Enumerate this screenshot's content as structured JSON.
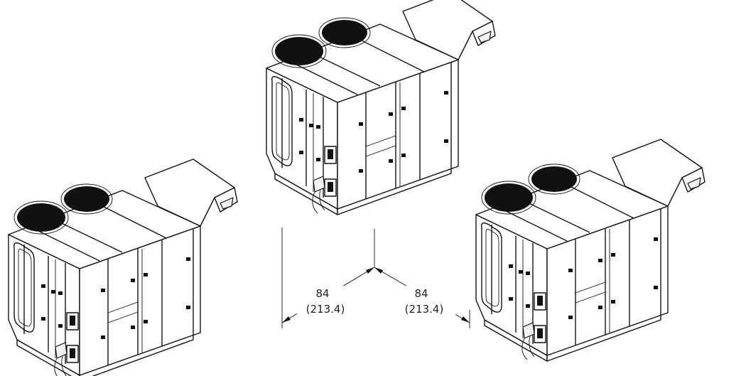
{
  "dimensions": {
    "left": {
      "value": "84",
      "metric": "(213.4)"
    },
    "right": {
      "value": "84",
      "metric": "(213.4)"
    }
  }
}
